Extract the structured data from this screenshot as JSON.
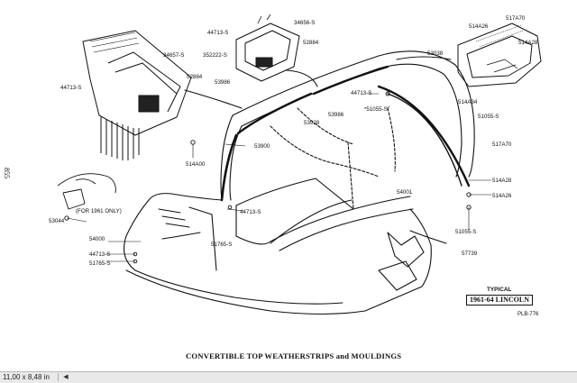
{
  "diagram": {
    "page_number": "855",
    "caption": "CONVERTIBLE TOP WEATHERSTRIPS and MOULDINGS",
    "typical_label": "TYPICAL",
    "model_label": "1961-64 LINCOLN",
    "plate_id": "PLB-776",
    "note_1961": "(FOR 1961 ONLY)",
    "part_labels": [
      "34657-S",
      "44713-S",
      "52884",
      "44713-S",
      "34656-S",
      "52884",
      "352222-S",
      "53986",
      "514A26",
      "517A70",
      "514A28",
      "53038",
      "514A34",
      "51055-S",
      "44713-S",
      "*51055-S",
      "53986",
      "53928",
      "53900",
      "514A00",
      "517A70",
      "53044",
      "514A28",
      "514A26",
      "54001",
      "44713-S",
      "51055-S",
      "54000",
      "44713-S",
      "51765-S",
      "51765-S",
      "57739"
    ]
  },
  "statusbar": {
    "page_size": "11,00 x 8,48 in",
    "scroll_left_glyph": "◀"
  }
}
